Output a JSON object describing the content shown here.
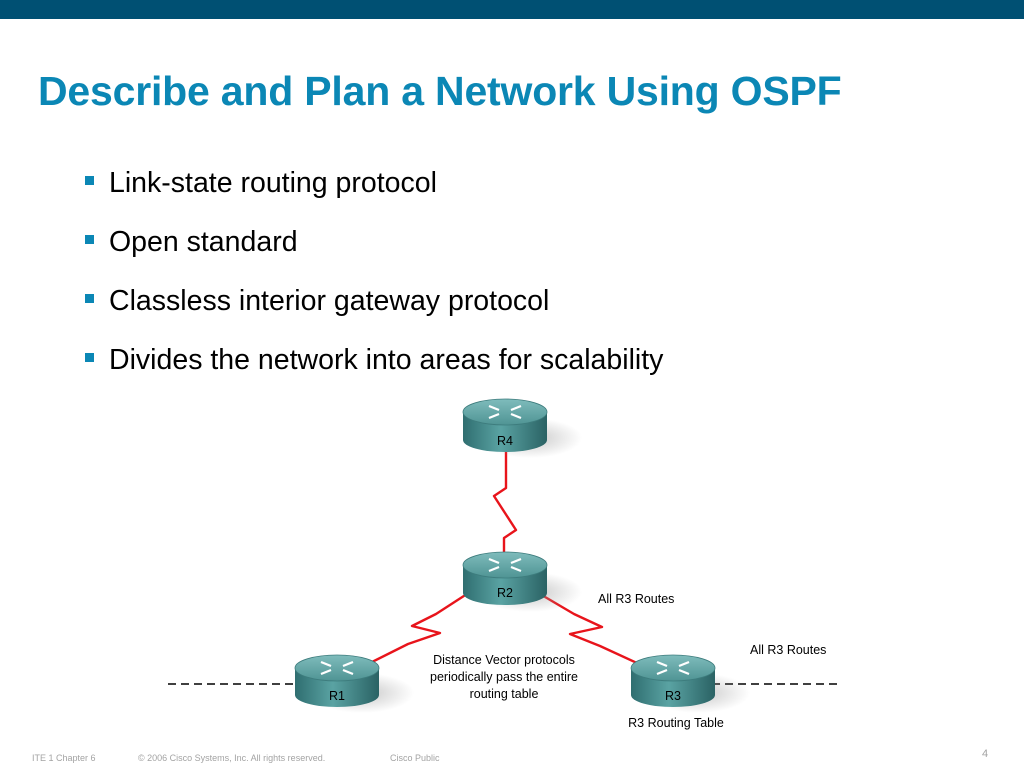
{
  "slide": {
    "title": "Describe and Plan a Network Using OSPF",
    "bullets": [
      "Link-state routing protocol",
      "Open standard",
      "Classless interior gateway protocol",
      "Divides the network into areas for scalability"
    ]
  },
  "diagram": {
    "routers": [
      "R4",
      "R2",
      "R1",
      "R3"
    ],
    "labels": {
      "r2_routes": "All R3 Routes",
      "r3_routes": "All R3 Routes",
      "dv_line1": "Distance Vector protocols",
      "dv_line2": "periodically pass the entire",
      "dv_line3": "routing table",
      "r3_table": "R3 Routing Table"
    }
  },
  "footer": {
    "course": "ITE 1 Chapter 6",
    "copyright": "© 2006 Cisco Systems, Inc. All rights reserved.",
    "classification": "Cisco Public",
    "page": "4"
  },
  "colors": {
    "header_bar": "#005073",
    "title": "#0b87b5",
    "link": "#e8141b",
    "router": "#4a8f90"
  }
}
